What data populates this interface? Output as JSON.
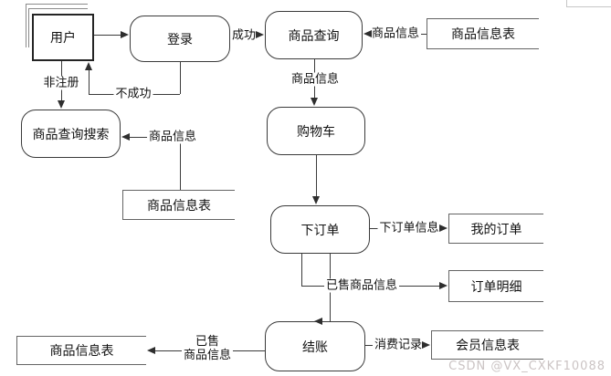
{
  "nodes": {
    "user": {
      "label": "用户",
      "type": "external-entity"
    },
    "login": {
      "label": "登录",
      "type": "process"
    },
    "product_query": {
      "label": "商品查询",
      "type": "process"
    },
    "product_info_table_top": {
      "label": "商品信息表",
      "type": "data-store"
    },
    "product_search": {
      "label": "商品查询搜索",
      "type": "process"
    },
    "product_info_table_mid": {
      "label": "商品信息表",
      "type": "data-store"
    },
    "cart": {
      "label": "购物车",
      "type": "process"
    },
    "place_order": {
      "label": "下订单",
      "type": "process"
    },
    "my_orders": {
      "label": "我的订单",
      "type": "data-store"
    },
    "order_detail": {
      "label": "订单明细",
      "type": "data-store"
    },
    "checkout": {
      "label": "结账",
      "type": "process"
    },
    "member_info_table": {
      "label": "会员信息表",
      "type": "data-store"
    },
    "product_info_table_bottom": {
      "label": "商品信息表",
      "type": "data-store"
    }
  },
  "edge_labels": {
    "success": "成功",
    "fail": "不成功",
    "unregistered": "非注册",
    "product_info_top": "商品信息",
    "product_info_query_to_cart": "商品信息",
    "product_info_mid": "商品信息",
    "order_info": "下订单信息",
    "sold_product_info": "已售商品信息",
    "consumption_record": "消费记录",
    "sold_line1": "已售",
    "sold_line2": "商品信息"
  },
  "watermark": "CSDN @VX_CXKF10088",
  "colors": {
    "line": "#3b3b3b",
    "store_border": "#646464",
    "shadow_corner": "#8a8a8a",
    "watermark": "#cbc4c4",
    "background": "#ffffff"
  }
}
